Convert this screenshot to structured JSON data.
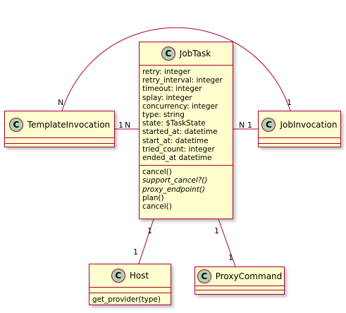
{
  "classes": {
    "jobtask": {
      "badge": "C",
      "name": "JobTask",
      "attributes": [
        "retry: integer",
        "retry_interval: integer",
        "timeout: integer",
        "splay: integer",
        "concurrency: integer",
        "type: string",
        "state: $TaskState",
        "started_at: datetime",
        "start_at: datetime",
        "tried_count: integer",
        "ended_at datetime"
      ],
      "methods": [
        {
          "text": "cancel()",
          "italic": false
        },
        {
          "text": "support_cancel?()",
          "italic": true
        },
        {
          "text": "proxy_endpoint()",
          "italic": true
        },
        {
          "text": "plan()",
          "italic": false
        },
        {
          "text": "cancel()",
          "italic": false
        }
      ]
    },
    "template_invocation": {
      "badge": "C",
      "name": "TemplateInvocation"
    },
    "job_invocation": {
      "badge": "C",
      "name": "JobInvocation"
    },
    "host": {
      "badge": "C",
      "name": "Host",
      "methods": [
        "get_provider(type)"
      ]
    },
    "proxy_command": {
      "badge": "C",
      "name": "ProxyCommand"
    }
  },
  "multiplicities": {
    "arc_template_end": "N",
    "arc_job_end": "1",
    "template_jobtask_left": "1",
    "template_jobtask_right": "N",
    "jobtask_job_left": "N",
    "jobtask_job_right": "1",
    "jobtask_host_top": "1",
    "jobtask_host_bottom": "1",
    "jobtask_proxy_top": "1",
    "jobtask_proxy_bottom": "1"
  },
  "colors": {
    "class_fill": "#fefece",
    "border": "#a80036",
    "badge_fill": "#add1b2"
  }
}
